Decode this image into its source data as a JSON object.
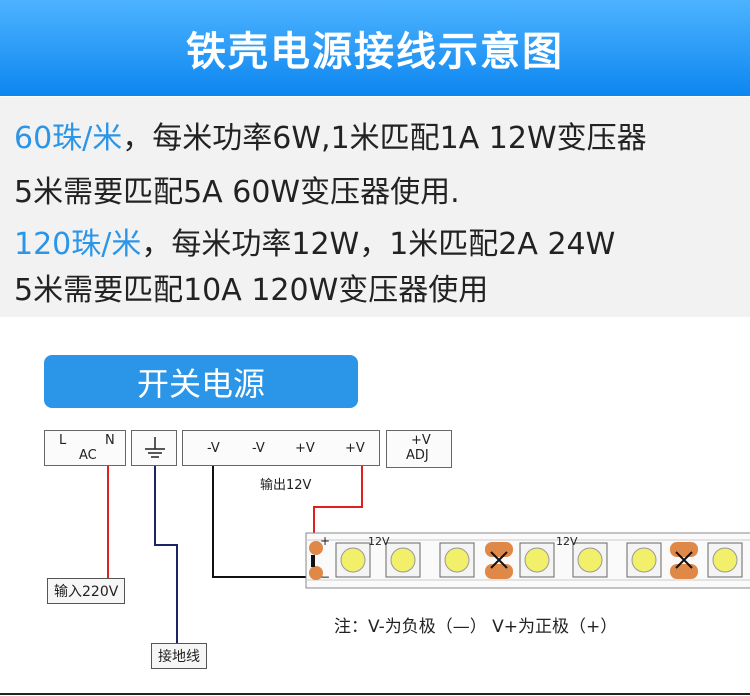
{
  "header": {
    "title": "铁壳电源接线示意图"
  },
  "info": {
    "line1_highlight": "60珠/米",
    "line1_rest": "，每米功率6W,1米匹配1A 12W变压器",
    "line2": "5米需要匹配5A 60W变压器使用.",
    "line3_highlight": "120珠/米",
    "line3_rest": "，每米功率12W，1米匹配2A 24W",
    "line4": "5米需要匹配10A 120W变压器使用"
  },
  "diagram": {
    "psu_title": "开关电源",
    "terminal_l": "L",
    "terminal_n": "N",
    "terminal_ac": "AC",
    "terminals_v": [
      "-V",
      "-V",
      "+V",
      "+V"
    ],
    "terminal_adj_top": "+V",
    "terminal_adj_bottom": "ADJ",
    "output_label": "输出12V",
    "input_label": "输入220V",
    "ground_label": "接地线",
    "strip_plus": "+",
    "strip_minus": "−",
    "strip_voltage_1": "12V",
    "strip_voltage_2": "12V",
    "note": "注：V-为负极（—） V+为正极（+）"
  },
  "colors": {
    "header_top": "#4db3ff",
    "header_bottom": "#0d86f0",
    "highlight": "#2b95e8",
    "wire_red": "#e02020",
    "wire_navy": "#1c2466",
    "wire_black": "#111111",
    "solder_pad": "#e08848",
    "led_yellow": "#f2ef6a"
  }
}
